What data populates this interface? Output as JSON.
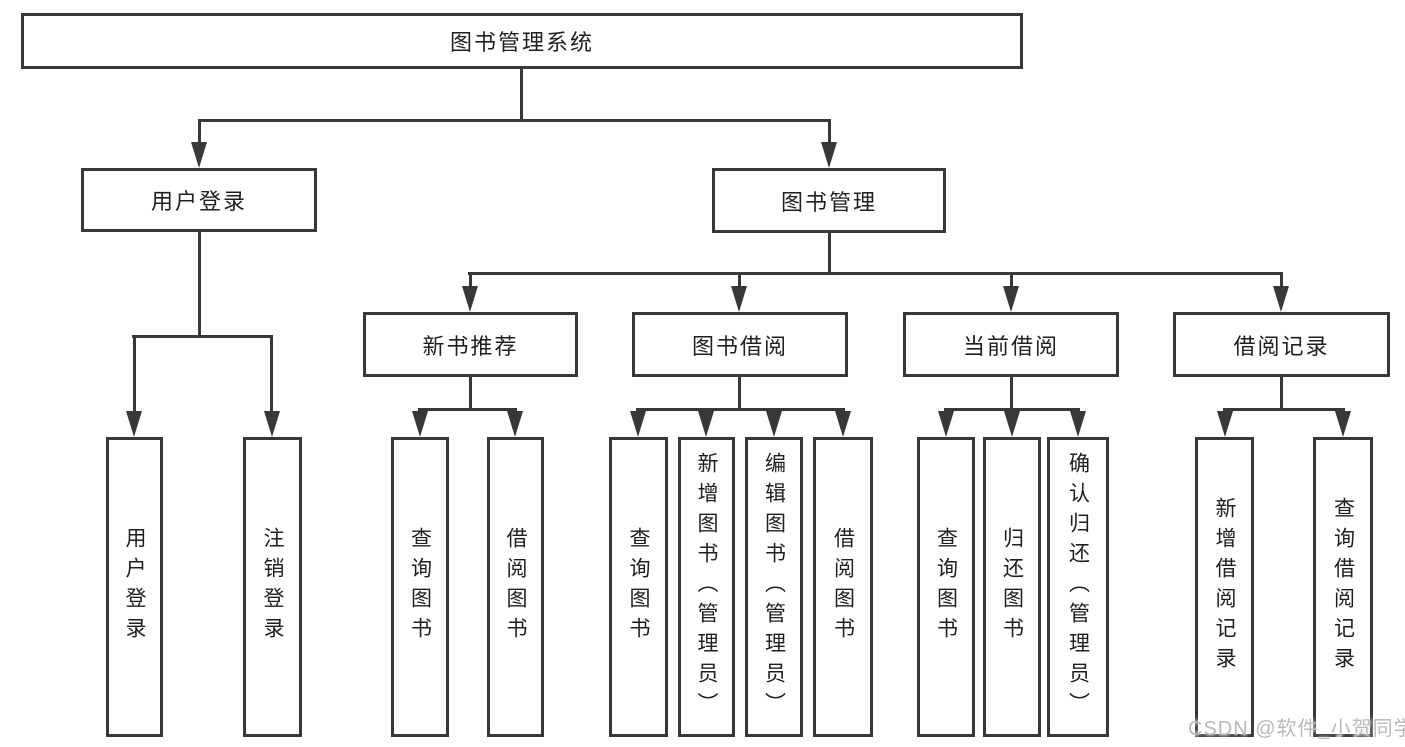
{
  "tree": {
    "label": "图书管理系统",
    "children": [
      {
        "label": "用户登录",
        "children": [
          {
            "label": "用户登录"
          },
          {
            "label": "注销登录"
          }
        ]
      },
      {
        "label": "图书管理",
        "children": [
          {
            "label": "新书推荐",
            "children": [
              {
                "label": "查询图书"
              },
              {
                "label": "借阅图书"
              }
            ]
          },
          {
            "label": "图书借阅",
            "children": [
              {
                "label": "查询图书"
              },
              {
                "label": "新增图书（管理员）"
              },
              {
                "label": "编辑图书（管理员）"
              },
              {
                "label": "借阅图书"
              }
            ]
          },
          {
            "label": "当前借阅",
            "children": [
              {
                "label": "查询图书"
              },
              {
                "label": "归还图书"
              },
              {
                "label": "确认归还（管理员）"
              }
            ]
          },
          {
            "label": "借阅记录",
            "children": [
              {
                "label": "新增借阅记录"
              },
              {
                "label": "查询借阅记录"
              }
            ]
          }
        ]
      }
    ]
  },
  "watermark": {
    "text": "CSDN @软件_小贺同学"
  },
  "colors": {
    "line": "#383838",
    "text": "#1f1f1f",
    "watermark": "#b9b9b9",
    "background": "#ffffff"
  }
}
